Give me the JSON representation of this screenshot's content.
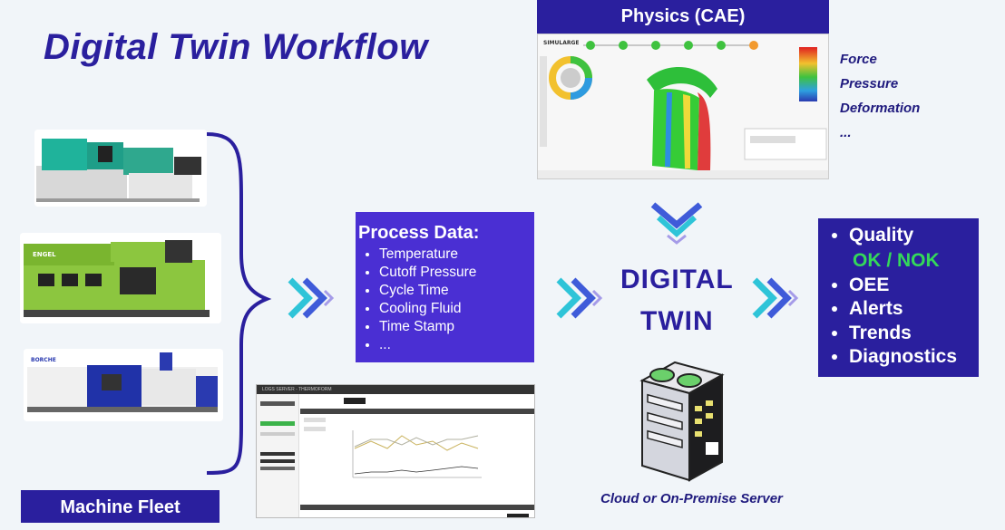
{
  "title": "Digital Twin Workflow",
  "machine_fleet": {
    "label": "Machine Fleet"
  },
  "physics": {
    "header": "Physics (CAE)",
    "screenshot_brand": "SIMULARGE",
    "items": [
      "Force",
      "Pressure",
      "Deformation",
      "..."
    ]
  },
  "process_data": {
    "title": "Process Data:",
    "items": [
      "Temperature",
      "Cutoff Pressure",
      "Cycle Time",
      "Cooling Fluid",
      "Time Stamp",
      "..."
    ]
  },
  "digital_twin": {
    "line1": "DIGITAL",
    "line2": "TWIN"
  },
  "results": {
    "quality": "Quality",
    "ok_nok": "OK / NOK",
    "items": [
      "OEE",
      "Alerts",
      "Trends",
      "Diagnostics"
    ]
  },
  "server_label": "Cloud or On-Premise Server",
  "dashboard": {
    "app_title": "LOGS SERVER - THERMOFORM"
  },
  "colors": {
    "brand_navy": "#2a1f9e",
    "process_purple": "#4a2fd3",
    "ok_green": "#34d95a",
    "arrow_teal": "#2ec4d8",
    "arrow_blue": "#3f5bd9",
    "arrow_lavender": "#a59be8"
  }
}
